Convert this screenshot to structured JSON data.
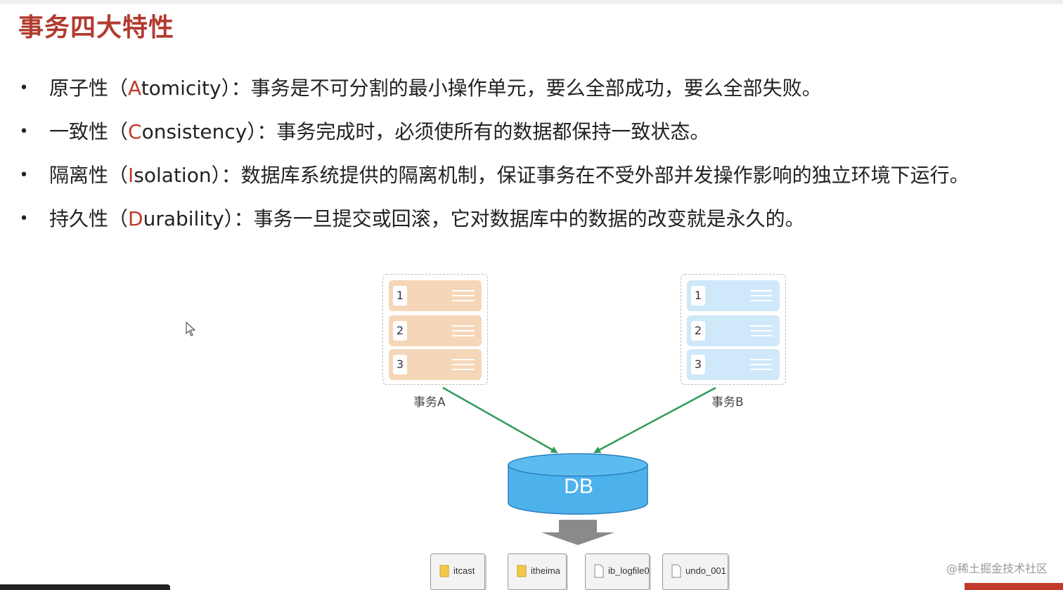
{
  "title": "事务四大特性",
  "bullets": [
    {
      "bullet": "•",
      "prefix": "原子性（",
      "highlight": "A",
      "rest": "tomicity）：事务是不可分割的最小操作单元，要么全部成功，要么全部失败。"
    },
    {
      "bullet": "•",
      "prefix": "一致性（",
      "highlight": "C",
      "rest": "onsistency）：事务完成时，必须使所有的数据都保持一致状态。"
    },
    {
      "bullet": "•",
      "prefix": "隔离性（",
      "highlight": "I",
      "rest": "solation）：数据库系统提供的隔离机制，保证事务在不受外部并发操作影响的独立环境下运行。"
    },
    {
      "bullet": "•",
      "prefix": "持久性（",
      "highlight": "D",
      "rest": "urability）：事务一旦提交或回滚，它对数据库中的数据的改变就是永久的。"
    }
  ],
  "diagram": {
    "transaction_a": {
      "label": "事务A",
      "rows": [
        "1",
        "2",
        "3"
      ]
    },
    "transaction_b": {
      "label": "事务B",
      "rows": [
        "1",
        "2",
        "3"
      ]
    },
    "db_label": "DB",
    "files": [
      "itcast",
      "itheima",
      "ib_logfile0",
      "undo_001"
    ]
  },
  "watermark": "@稀土掘金技术社区",
  "colors": {
    "title": "#b23a2e",
    "highlight": "#c0392b",
    "tx_a_row": "#f6d6b8",
    "tx_b_row": "#cfe8fa",
    "arrow": "#2e9a5a",
    "db": "#4db1ec"
  }
}
